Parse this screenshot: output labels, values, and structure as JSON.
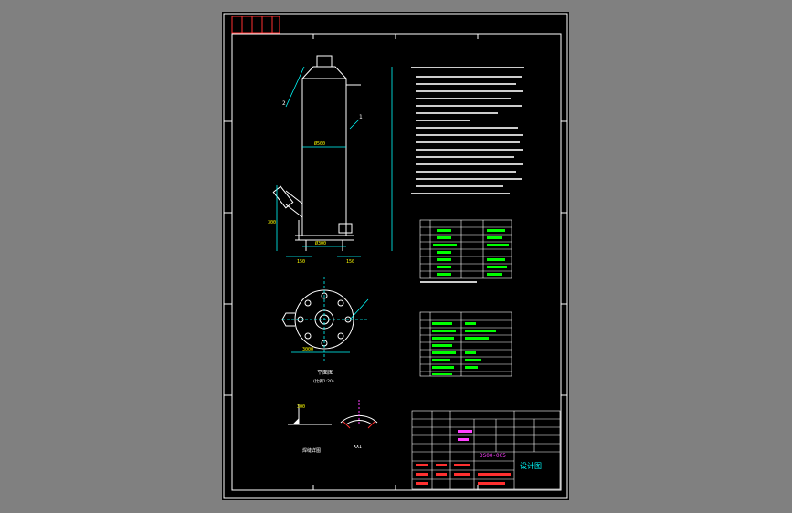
{
  "colors": {
    "background": "#808080",
    "sheet": "#000000",
    "frame": "#ffffff",
    "title_red": "#ff3030",
    "dimension": "#00ffff",
    "geometry": "#ffffff",
    "accent_yellow": "#ffff00",
    "accent_green": "#00ff00",
    "accent_magenta": "#ff40ff"
  },
  "icons": [
    "tank-elevation-drawing",
    "flange-plan-view",
    "weld-detail-icon",
    "section-detail-icon"
  ],
  "dimensions": {
    "diameter_upper": "Ø500",
    "diameter_lower": "Ø300",
    "side_height": "300",
    "left_offset": "150",
    "bottom_offset": "150",
    "plan_width": "3000",
    "detail_height": "300",
    "detail_label": "XXI",
    "part_1": "1",
    "part_2": "2"
  },
  "view_labels": {
    "plan_view": "平面图",
    "plan_scale": "(比例1:20)",
    "detail_view": "焊缝详图"
  },
  "title_block": {
    "drawing_number": "DS00-005",
    "drawing_title": "设计图"
  }
}
